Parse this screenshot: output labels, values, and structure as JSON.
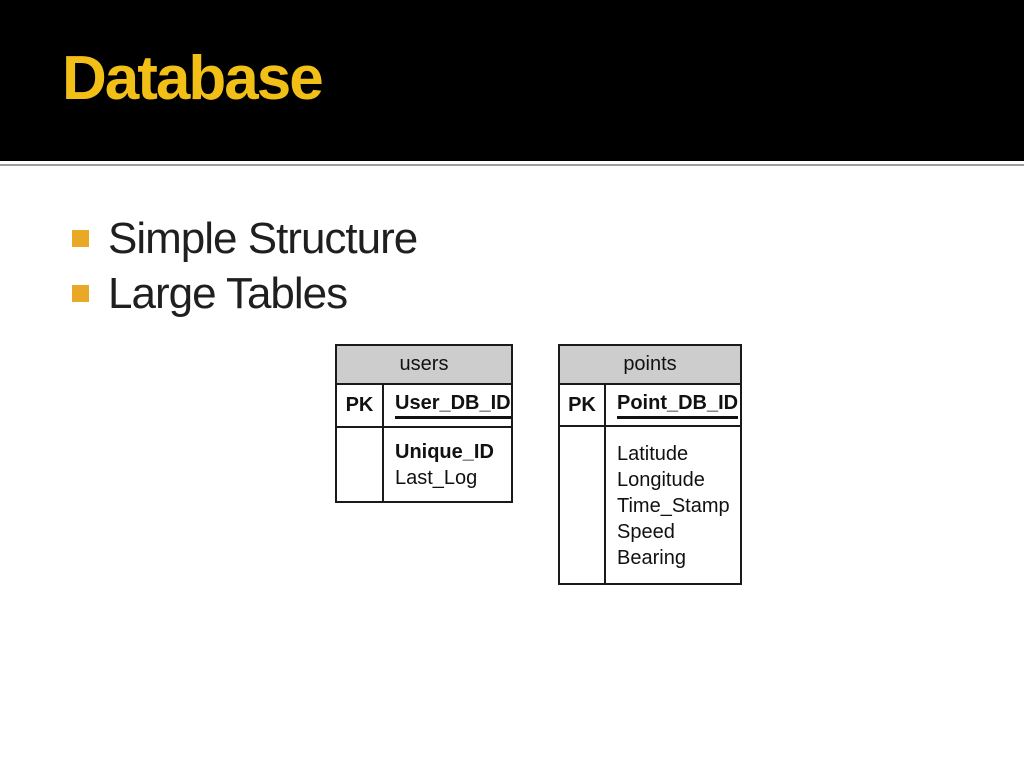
{
  "slide": {
    "title": "Database",
    "bullets": [
      "Simple Structure",
      "Large Tables"
    ],
    "colors": {
      "title_text": "#F2BF17",
      "bullet_square": "#E9A826",
      "body_text": "#1F1F1F",
      "title_band_bg": "#000000",
      "separator_line": "#9E9E9E",
      "table_header_bg": "#CDCDCD",
      "table_border": "#1A1A1A"
    },
    "tables": [
      {
        "name": "users",
        "pk_label": "PK",
        "pk_field": "User_DB_ID",
        "fields": [
          "Unique_ID",
          "Last_Log"
        ]
      },
      {
        "name": "points",
        "pk_label": "PK",
        "pk_field": "Point_DB_ID",
        "fields": [
          "Latitude",
          "Longitude",
          "Time_Stamp",
          "Speed",
          "Bearing"
        ]
      }
    ]
  }
}
